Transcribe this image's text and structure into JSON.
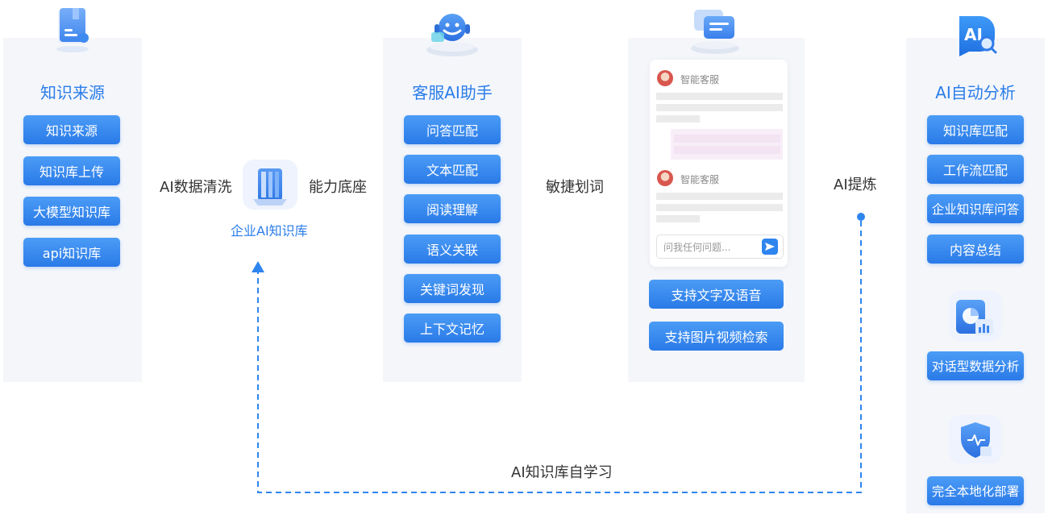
{
  "panel1": {
    "title": "知识来源",
    "items": [
      "知识来源",
      "知识库上传",
      "大模型知识库",
      "api知识库"
    ]
  },
  "middle": {
    "left_label": "AI数据清洗",
    "right_label": "能力底座",
    "kb_label": "企业AI知识库"
  },
  "panel2": {
    "title": "客服AI助手",
    "items": [
      "问答匹配",
      "文本匹配",
      "阅读理解",
      "语义关联",
      "关键词发现",
      "上下文记忆"
    ]
  },
  "between23": {
    "label": "敏捷划词"
  },
  "panel3": {
    "chat": {
      "agent_name_1": "智能客服",
      "agent_name_2": "智能客服",
      "input_placeholder": "问我任何问题..."
    },
    "features": [
      "支持文字及语音",
      "支持图片视频检索"
    ]
  },
  "between34": {
    "label": "AI提炼"
  },
  "panel4": {
    "title": "AI自动分析",
    "items": [
      "知识库匹配",
      "工作流匹配",
      "企业知识库问答",
      "内容总结"
    ],
    "extra_1": "对话型数据分析",
    "extra_2": "完全本地化部署",
    "ai_badge_text": "AI"
  },
  "feedback": {
    "label": "AI知识库自学习"
  },
  "colors": {
    "accent": "#2b7de9",
    "panel_bg": "#f4f6fa",
    "dashed_line": "#2f85ee"
  },
  "icons": [
    "book-icon",
    "customer-service-robot-icon",
    "chat-bubbles-icon",
    "ai-search-icon",
    "knowledge-base-icon",
    "data-analysis-icon",
    "shield-icon"
  ]
}
